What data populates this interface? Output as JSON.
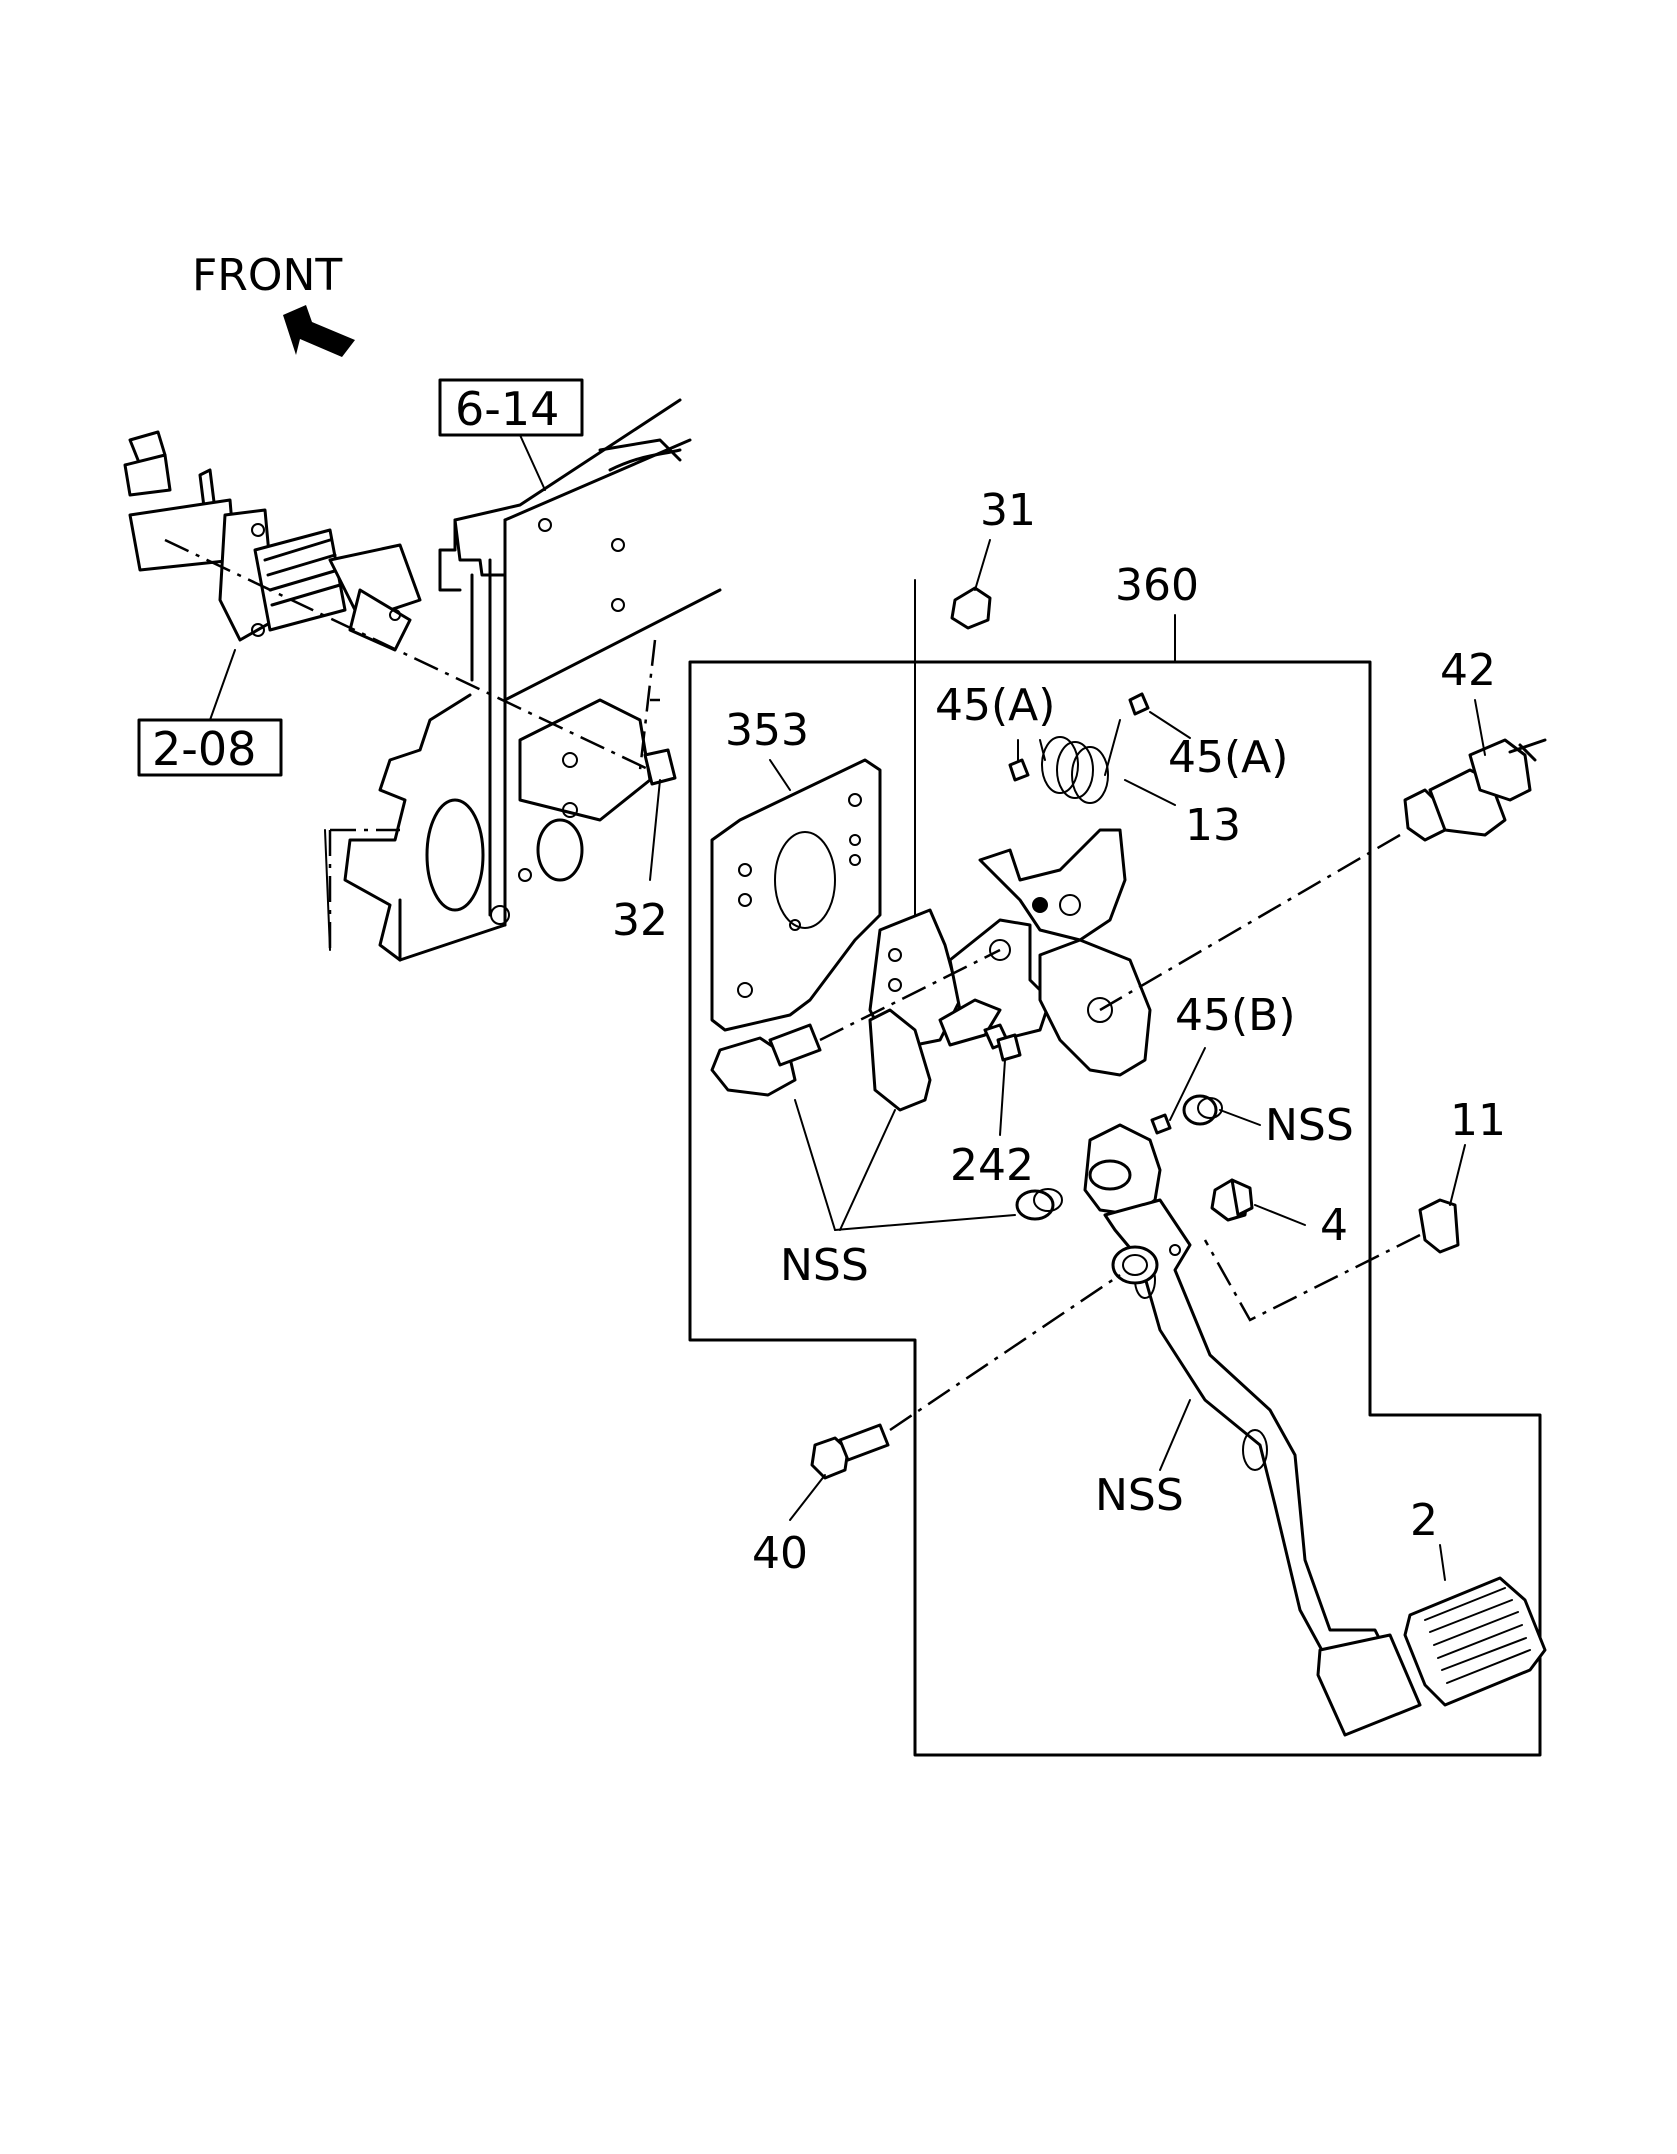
{
  "diagram": {
    "direction_label": "FRONT",
    "references": [
      {
        "id": "ref-6-14",
        "text": "6-14"
      },
      {
        "id": "ref-2-08",
        "text": "2-08"
      }
    ],
    "part_labels": {
      "p31": "31",
      "p360": "360",
      "p42": "42",
      "p353": "353",
      "p45a_left": "45(A)",
      "p45a_right": "45(A)",
      "p13": "13",
      "p32": "32",
      "p45b": "45(B)",
      "p11": "11",
      "p242": "242",
      "p4": "4",
      "nss_right": "NSS",
      "nss_left": "NSS",
      "nss_arm": "NSS",
      "p40": "40",
      "p2": "2"
    }
  }
}
